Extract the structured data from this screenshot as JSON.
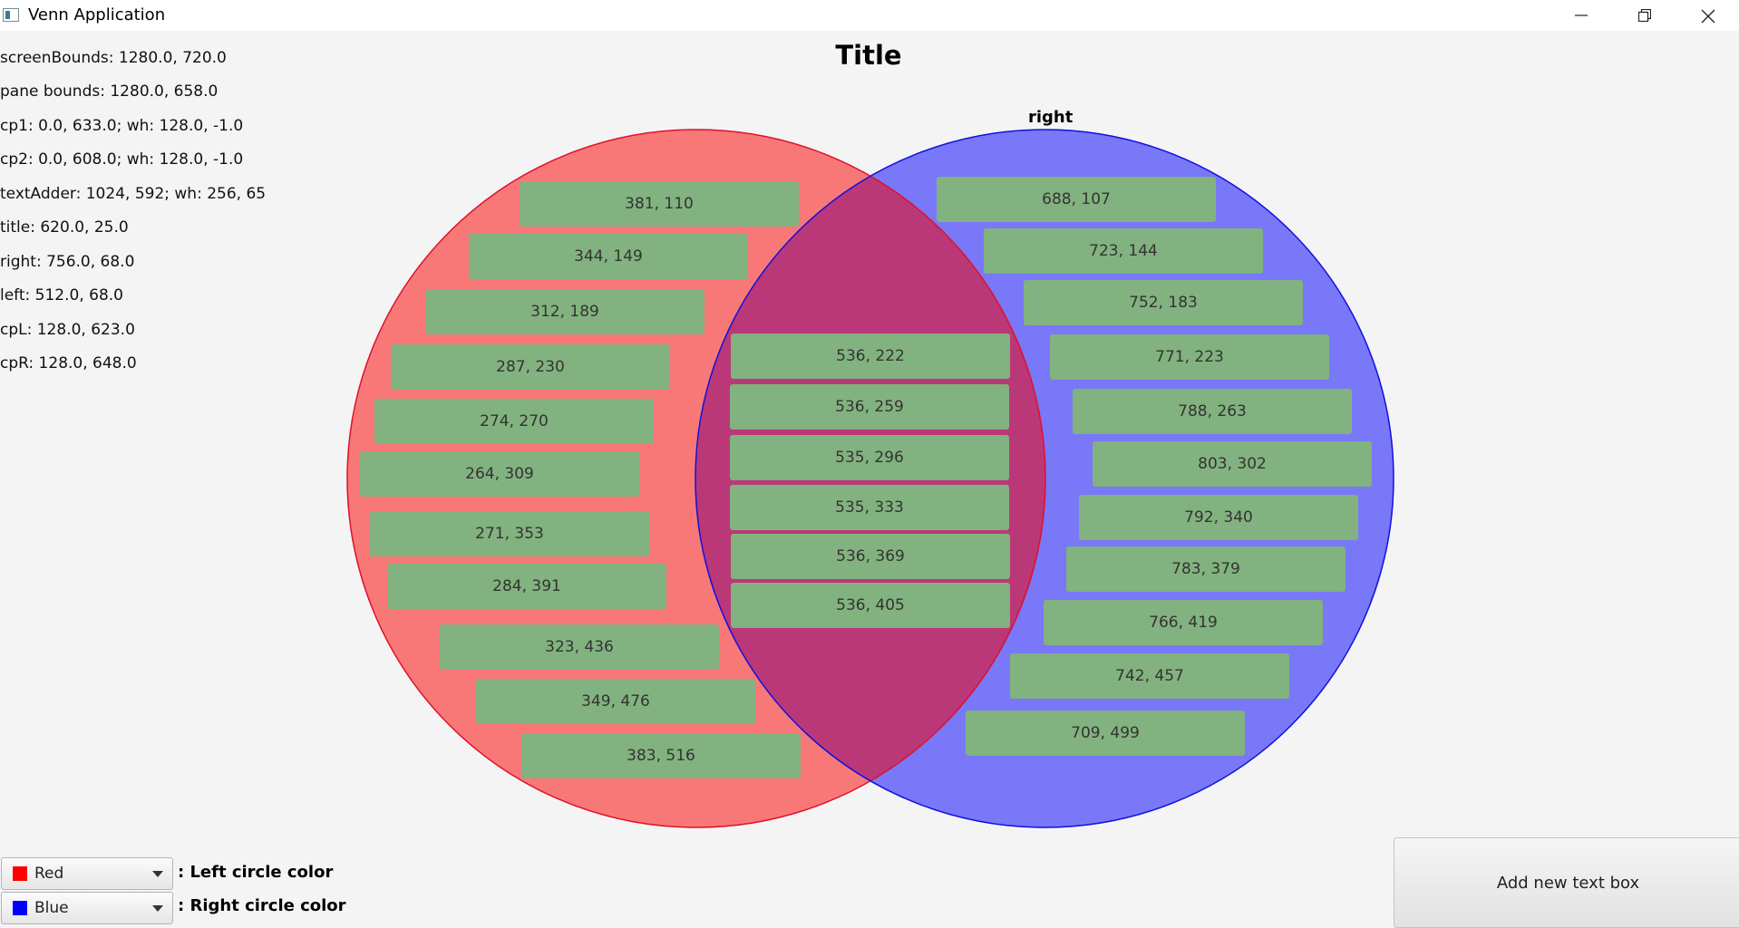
{
  "window": {
    "title": "Venn Application",
    "controls": [
      "minimize",
      "restore",
      "close"
    ]
  },
  "debug_info": [
    "screenBounds: 1280.0, 720.0",
    "pane bounds: 1280.0, 658.0",
    "cp1: 0.0, 633.0; wh: 128.0, -1.0",
    "cp2: 0.0, 608.0; wh: 128.0, -1.0",
    "textAdder: 1024, 592; wh: 256, 65",
    "title: 620.0, 25.0",
    "right: 756.0, 68.0",
    "left: 512.0, 68.0",
    "cpL: 128.0, 623.0",
    "cpR: 128.0, 648.0"
  ],
  "diagram": {
    "title": "Title",
    "left_label": "",
    "right_label": "right",
    "colors": {
      "left_fill": "#f87878",
      "left_stroke": "#e0102a",
      "right_fill": "#7878f8",
      "right_stroke": "#1010e0",
      "overlap_fill": "#ba3878",
      "textbox_bg": "#82b27f"
    },
    "left_boxes": [
      "381, 110",
      "344, 149",
      "312, 189",
      "287, 230",
      "274, 270",
      "264, 309",
      "271, 353",
      "284, 391",
      "323, 436",
      "349, 476",
      "383, 516"
    ],
    "middle_boxes": [
      "536, 222",
      "536, 259",
      "535, 296",
      "535, 333",
      "536, 369",
      "536, 405"
    ],
    "right_boxes": [
      "688, 107",
      "723, 144",
      "752, 183",
      "771, 223",
      "788, 263",
      "803, 302",
      "792, 340",
      "783, 379",
      "766, 419",
      "742, 457",
      "709, 499"
    ]
  },
  "controls": {
    "left_color": {
      "value": "Red",
      "swatch": "#ff0000",
      "caption": ": Left circle color"
    },
    "right_color": {
      "value": "Blue",
      "swatch": "#0000ff",
      "caption": ": Right circle color"
    },
    "add_button": "Add new text box"
  }
}
